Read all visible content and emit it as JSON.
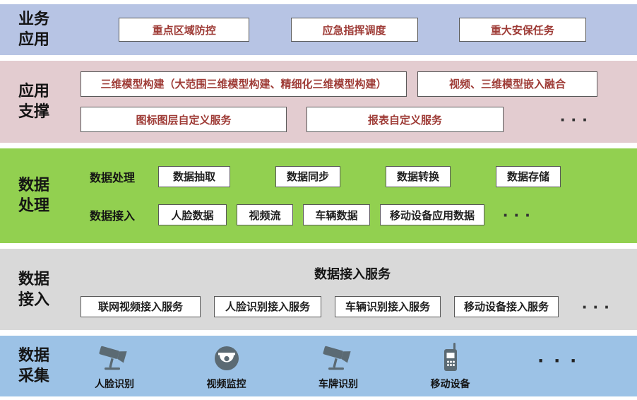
{
  "colors": {
    "business_bg": "#b7c4e4",
    "support_bg": "#e3ccd0",
    "processing_bg": "#92d050",
    "access_bg": "#d9d9d9",
    "collection_bg": "#9cc2e6",
    "box_border": "#595959",
    "accent_red": "#9e3b36",
    "icon_gray": "#5b6a73"
  },
  "business": {
    "label_line1": "业务",
    "label_line2": "应用",
    "boxes": [
      "重点区域防控",
      "应急指挥调度",
      "重大安保任务"
    ]
  },
  "support": {
    "label_line1": "应用",
    "label_line2": "支撑",
    "row1": [
      "三维模型构建（大范围三维模型构建、精细化三维模型构建）",
      "视频、三维模型嵌入融合"
    ],
    "row2": [
      "图标图层自定义服务",
      "报表自定义服务"
    ],
    "ellipsis": "···"
  },
  "processing": {
    "label_line1": "数据",
    "label_line2": "处理",
    "row1_label": "数据处理",
    "row1": [
      "数据抽取",
      "数据同步",
      "数据转换",
      "数据存储"
    ],
    "row2_label": "数据接入",
    "row2": [
      "人脸数据",
      "视频流",
      "车辆数据",
      "移动设备应用数据"
    ],
    "ellipsis": "···"
  },
  "access": {
    "label_line1": "数据",
    "label_line2": "接入",
    "title": "数据接入服务",
    "boxes": [
      "联网视频接入服务",
      "人脸识别接入服务",
      "车辆识别接入服务",
      "移动设备接入服务"
    ],
    "ellipsis": "···"
  },
  "collection": {
    "label_line1": "数据",
    "label_line2": "采集",
    "items": [
      {
        "icon": "cctv-camera-icon",
        "label": "人脸识别"
      },
      {
        "icon": "dome-camera-icon",
        "label": "视频监控"
      },
      {
        "icon": "cctv-camera-icon",
        "label": "车牌识别"
      },
      {
        "icon": "walkie-talkie-icon",
        "label": "移动设备"
      }
    ],
    "ellipsis": "···"
  }
}
